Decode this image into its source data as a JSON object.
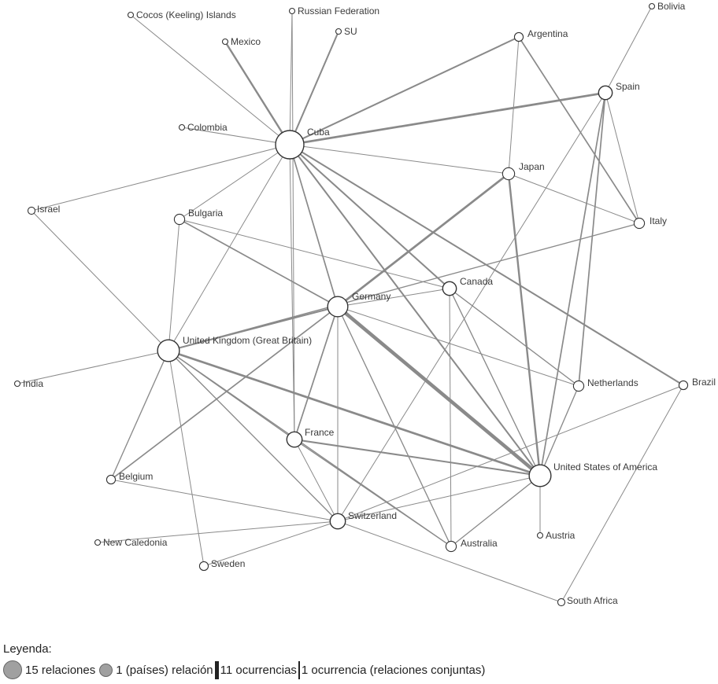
{
  "nodes": [
    {
      "id": "cuba",
      "label": "Cuba",
      "degree": 15
    },
    {
      "id": "cocos",
      "label": "Cocos (Keeling) Islands",
      "degree": 1
    },
    {
      "id": "russia",
      "label": "Russian Federation",
      "degree": 1
    },
    {
      "id": "bolivia",
      "label": "Bolivia",
      "degree": 1
    },
    {
      "id": "mexico",
      "label": "Mexico",
      "degree": 1
    },
    {
      "id": "su",
      "label": "SU",
      "degree": 1
    },
    {
      "id": "argentina",
      "label": "Argentina",
      "degree": 3
    },
    {
      "id": "spain",
      "label": "Spain",
      "degree": 6
    },
    {
      "id": "colombia",
      "label": "Colombia",
      "degree": 1
    },
    {
      "id": "japan",
      "label": "Japan",
      "degree": 5
    },
    {
      "id": "israel",
      "label": "Israel",
      "degree": 2
    },
    {
      "id": "bulgaria",
      "label": "Bulgaria",
      "degree": 4
    },
    {
      "id": "italy",
      "label": "Italy",
      "degree": 4
    },
    {
      "id": "canada",
      "label": "Canada",
      "degree": 6
    },
    {
      "id": "germany",
      "label": "Germany",
      "degree": 10
    },
    {
      "id": "uk",
      "label": "United Kingdom (Great Britain)",
      "degree": 11
    },
    {
      "id": "india",
      "label": "India",
      "degree": 1
    },
    {
      "id": "netherlands",
      "label": "Netherlands",
      "degree": 4
    },
    {
      "id": "brazil",
      "label": "Brazil",
      "degree": 3
    },
    {
      "id": "france",
      "label": "France",
      "degree": 7
    },
    {
      "id": "belgium",
      "label": "Belgium",
      "degree": 3
    },
    {
      "id": "usa",
      "label": "United States of America",
      "degree": 11
    },
    {
      "id": "switzerland",
      "label": "Switzerland",
      "degree": 7
    },
    {
      "id": "australia",
      "label": "Australia",
      "degree": 4
    },
    {
      "id": "austria",
      "label": "Austria",
      "degree": 1
    },
    {
      "id": "newcaledonia",
      "label": "New Caledonia",
      "degree": 1
    },
    {
      "id": "sweden",
      "label": "Sweden",
      "degree": 3
    },
    {
      "id": "southafrica",
      "label": "South Africa",
      "degree": 2
    }
  ],
  "edges": [
    {
      "source": "cuba",
      "target": "cocos",
      "weight": 1
    },
    {
      "source": "cuba",
      "target": "russia",
      "weight": 1
    },
    {
      "source": "cuba",
      "target": "mexico",
      "weight": 5
    },
    {
      "source": "cuba",
      "target": "su",
      "weight": 4
    },
    {
      "source": "cuba",
      "target": "argentina",
      "weight": 4
    },
    {
      "source": "cuba",
      "target": "spain",
      "weight": 6
    },
    {
      "source": "cuba",
      "target": "colombia",
      "weight": 1
    },
    {
      "source": "cuba",
      "target": "japan",
      "weight": 1
    },
    {
      "source": "cuba",
      "target": "israel",
      "weight": 1
    },
    {
      "source": "cuba",
      "target": "bulgaria",
      "weight": 1
    },
    {
      "source": "cuba",
      "target": "germany",
      "weight": 3
    },
    {
      "source": "cuba",
      "target": "uk",
      "weight": 1
    },
    {
      "source": "cuba",
      "target": "canada",
      "weight": 4
    },
    {
      "source": "cuba",
      "target": "brazil",
      "weight": 4
    },
    {
      "source": "cuba",
      "target": "france",
      "weight": 1
    },
    {
      "source": "cuba",
      "target": "usa",
      "weight": 4
    },
    {
      "source": "spain",
      "target": "bolivia",
      "weight": 1
    },
    {
      "source": "spain",
      "target": "italy",
      "weight": 1
    },
    {
      "source": "spain",
      "target": "netherlands",
      "weight": 3
    },
    {
      "source": "spain",
      "target": "switzerland",
      "weight": 1
    },
    {
      "source": "spain",
      "target": "usa",
      "weight": 3
    },
    {
      "source": "argentina",
      "target": "japan",
      "weight": 1
    },
    {
      "source": "argentina",
      "target": "italy",
      "weight": 3
    },
    {
      "source": "japan",
      "target": "germany",
      "weight": 6
    },
    {
      "source": "japan",
      "target": "usa",
      "weight": 5
    },
    {
      "source": "japan",
      "target": "italy",
      "weight": 1
    },
    {
      "source": "italy",
      "target": "uk",
      "weight": 2
    },
    {
      "source": "israel",
      "target": "uk",
      "weight": 1
    },
    {
      "source": "bulgaria",
      "target": "germany",
      "weight": 3
    },
    {
      "source": "bulgaria",
      "target": "canada",
      "weight": 1
    },
    {
      "source": "bulgaria",
      "target": "uk",
      "weight": 1
    },
    {
      "source": "germany",
      "target": "canada",
      "weight": 1
    },
    {
      "source": "germany",
      "target": "uk",
      "weight": 4
    },
    {
      "source": "germany",
      "target": "usa",
      "weight": 11
    },
    {
      "source": "germany",
      "target": "france",
      "weight": 3
    },
    {
      "source": "germany",
      "target": "switzerland",
      "weight": 1
    },
    {
      "source": "germany",
      "target": "netherlands",
      "weight": 1
    },
    {
      "source": "germany",
      "target": "belgium",
      "weight": 3
    },
    {
      "source": "germany",
      "target": "australia",
      "weight": 2
    },
    {
      "source": "canada",
      "target": "netherlands",
      "weight": 2
    },
    {
      "source": "canada",
      "target": "usa",
      "weight": 2
    },
    {
      "source": "canada",
      "target": "australia",
      "weight": 1
    },
    {
      "source": "uk",
      "target": "india",
      "weight": 1
    },
    {
      "source": "uk",
      "target": "usa",
      "weight": 6
    },
    {
      "source": "uk",
      "target": "france",
      "weight": 2
    },
    {
      "source": "uk",
      "target": "belgium",
      "weight": 2
    },
    {
      "source": "uk",
      "target": "sweden",
      "weight": 1
    },
    {
      "source": "uk",
      "target": "switzerland",
      "weight": 2
    },
    {
      "source": "uk",
      "target": "australia",
      "weight": 2
    },
    {
      "source": "france",
      "target": "usa",
      "weight": 4
    },
    {
      "source": "france",
      "target": "switzerland",
      "weight": 1
    },
    {
      "source": "france",
      "target": "australia",
      "weight": 2
    },
    {
      "source": "france",
      "target": "russia",
      "weight": 1
    },
    {
      "source": "belgium",
      "target": "switzerland",
      "weight": 1
    },
    {
      "source": "netherlands",
      "target": "usa",
      "weight": 2
    },
    {
      "source": "usa",
      "target": "switzerland",
      "weight": 1
    },
    {
      "source": "usa",
      "target": "austria",
      "weight": 1
    },
    {
      "source": "usa",
      "target": "australia",
      "weight": 2
    },
    {
      "source": "switzerland",
      "target": "newcaledonia",
      "weight": 1
    },
    {
      "source": "switzerland",
      "target": "sweden",
      "weight": 1
    },
    {
      "source": "switzerland",
      "target": "southafrica",
      "weight": 1
    },
    {
      "source": "brazil",
      "target": "southafrica",
      "weight": 1
    },
    {
      "source": "brazil",
      "target": "switzerland",
      "weight": 1
    }
  ],
  "legend": {
    "title": "Leyenda:",
    "big_node": "15 relaciones",
    "small_node": "1 (países) relación",
    "thick_edge": "11 ocurrencias",
    "thin_edge": "1 ocurrencia (relaciones conjuntas)"
  }
}
